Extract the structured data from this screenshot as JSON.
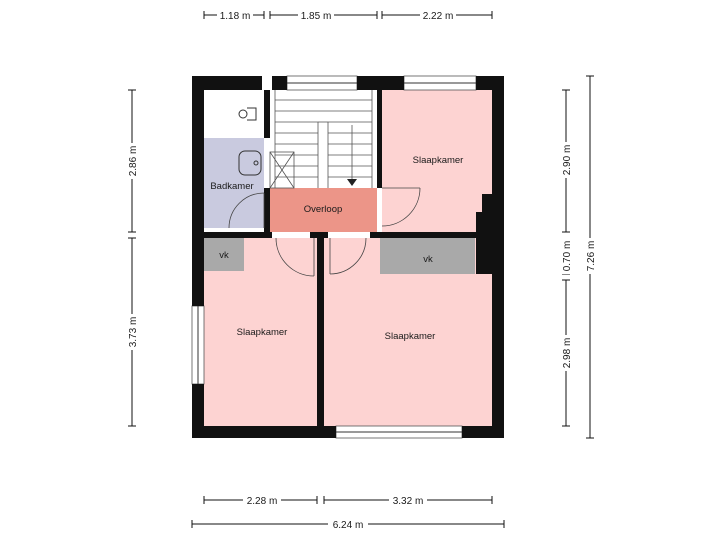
{
  "dimensions": {
    "top": [
      "1.18 m",
      "1.85 m",
      "2.22 m"
    ],
    "left": [
      "2.86 m",
      "3.73 m"
    ],
    "right_inner": [
      "2.90 m",
      "0.70 m",
      "2.98 m"
    ],
    "right_total": "7.26 m",
    "bottom": [
      "2.28 m",
      "3.32 m"
    ],
    "bottom_total": "6.24 m"
  },
  "rooms": {
    "badkamer": "Badkamer",
    "overloop": "Overloop",
    "slaapkamer_top": "Slaapkamer",
    "vk_left": "vk",
    "vk_right": "vk",
    "slaapkamer_left": "Slaapkamer",
    "slaapkamer_right": "Slaapkamer"
  },
  "colors": {
    "bedroom": "#fdd3d2",
    "bathroom": "#c9cadf",
    "landing": "#ec9588",
    "storage": "#a9a9a9",
    "wall": "#111111"
  }
}
